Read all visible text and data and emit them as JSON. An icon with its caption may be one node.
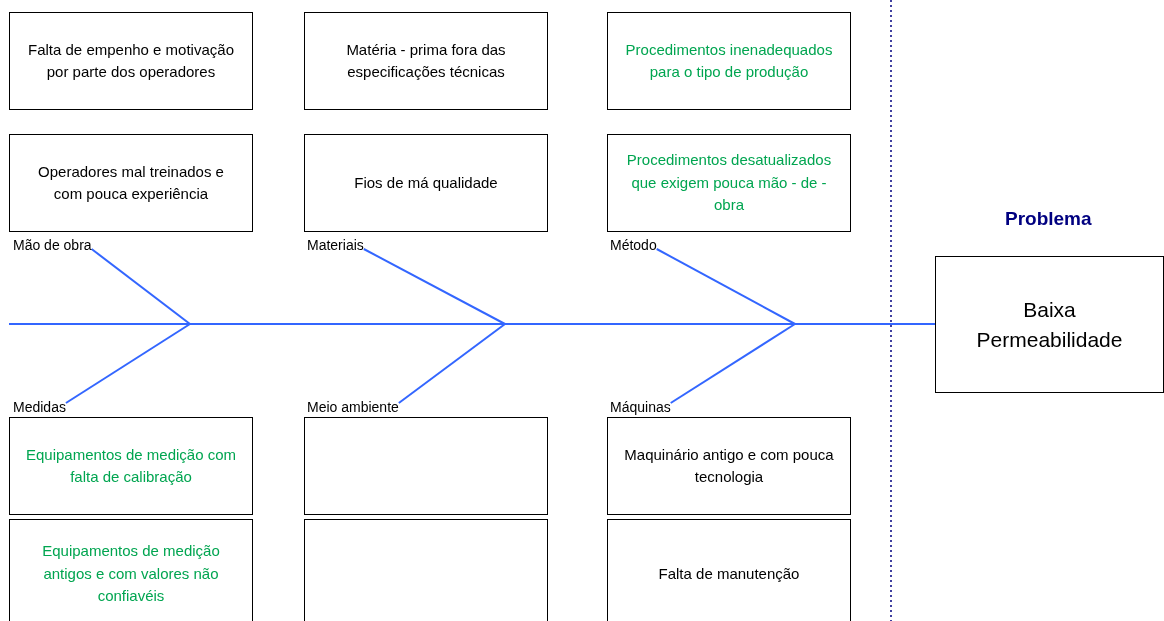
{
  "diagram": {
    "nodes": [
      {
        "text": [
          "Falta de empenho e motivação por parte dos operadores"
        ]
      },
      {
        "text": [
          "Matéria - prima fora das especificações técnicas"
        ]
      },
      {
        "text": [
          "Procedimentos inenadequados para o tipo de produção"
        ]
      },
      {
        "text": [
          "Operadores mal treinados e com pouca experiência"
        ]
      },
      {
        "text": [
          "Fios de má qualidade"
        ]
      },
      {
        "text": [
          "Procedimentos desatualizados que exigem pouca mão - de - obra"
        ]
      },
      {
        "text": [
          "Mão de obra"
        ]
      },
      {
        "text": [
          "Materiais"
        ]
      },
      {
        "text": [
          "Método"
        ]
      },
      {
        "text": [
          "Baixa Permeabilidade"
        ],
        "beside": [
          "Problema"
        ]
      },
      {
        "text": [
          "Medidas"
        ]
      },
      {
        "text": [
          "Meio ambiente"
        ]
      },
      {
        "text": [
          "Máquinas"
        ]
      },
      {
        "text": [
          "Equipamentos de medição com falta de calibração"
        ]
      },
      {
        "text": [],
        "shape": "box"
      },
      {
        "text": [
          "Maquinário antigo e com pouca tecnologia"
        ]
      },
      {
        "text": [
          "Equipamentos de medição antigos e com valores não confiavéis"
        ]
      },
      {
        "text": [],
        "shape": "box"
      },
      {
        "text": [
          "Falta de manutenção"
        ]
      }
    ],
    "edges": [
      {
        "from": null,
        "to": 9,
        "arrow": "none"
      },
      {
        "from": 6,
        "to": null,
        "arrow": "none"
      },
      {
        "from": 7,
        "to": null,
        "arrow": "none"
      },
      {
        "from": 8,
        "to": null,
        "arrow": "none"
      },
      {
        "from": 10,
        "to": null,
        "arrow": "none"
      },
      {
        "from": 11,
        "to": null,
        "arrow": "none"
      },
      {
        "from": 12,
        "to": null,
        "arrow": "none"
      }
    ]
  }
}
